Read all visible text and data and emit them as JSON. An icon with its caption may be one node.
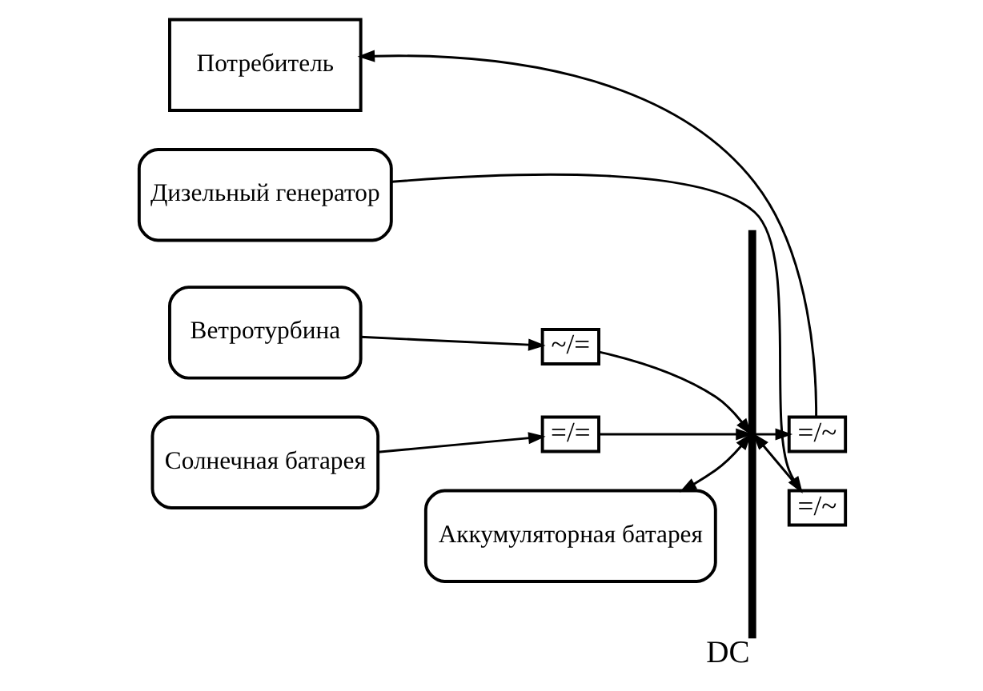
{
  "diagram": {
    "nodes": [
      {
        "text": [
          "DC"
        ]
      },
      {
        "text": [
          "Ветротурбина"
        ]
      },
      {
        "text": [
          "~/="
        ]
      },
      {
        "text": [
          "=/~"
        ]
      },
      {
        "text": [
          "Дизельный генератор"
        ]
      },
      {
        "text": [
          "Солнечная батарея"
        ]
      },
      {
        "text": [
          "=/="
        ]
      },
      {
        "text": [
          "Аккумуляторная батарея"
        ]
      },
      {
        "text": [
          "=/~"
        ]
      },
      {
        "text": [
          "Потребитель"
        ]
      }
    ],
    "edges": [
      {
        "from": 1,
        "to": 2,
        "arrow": "to"
      },
      {
        "from": 2,
        "to": 0,
        "arrow": "to"
      },
      {
        "from": 4,
        "to": 3,
        "arrow": "to"
      },
      {
        "from": 3,
        "to": 0,
        "arrow": "to"
      },
      {
        "from": 5,
        "to": 6,
        "arrow": "to"
      },
      {
        "from": 6,
        "to": 0,
        "arrow": "to"
      },
      {
        "from": 7,
        "to": 0,
        "arrow": "both"
      },
      {
        "from": 0,
        "to": 8,
        "arrow": "to"
      },
      {
        "from": 8,
        "to": 9,
        "arrow": "to"
      }
    ]
  }
}
